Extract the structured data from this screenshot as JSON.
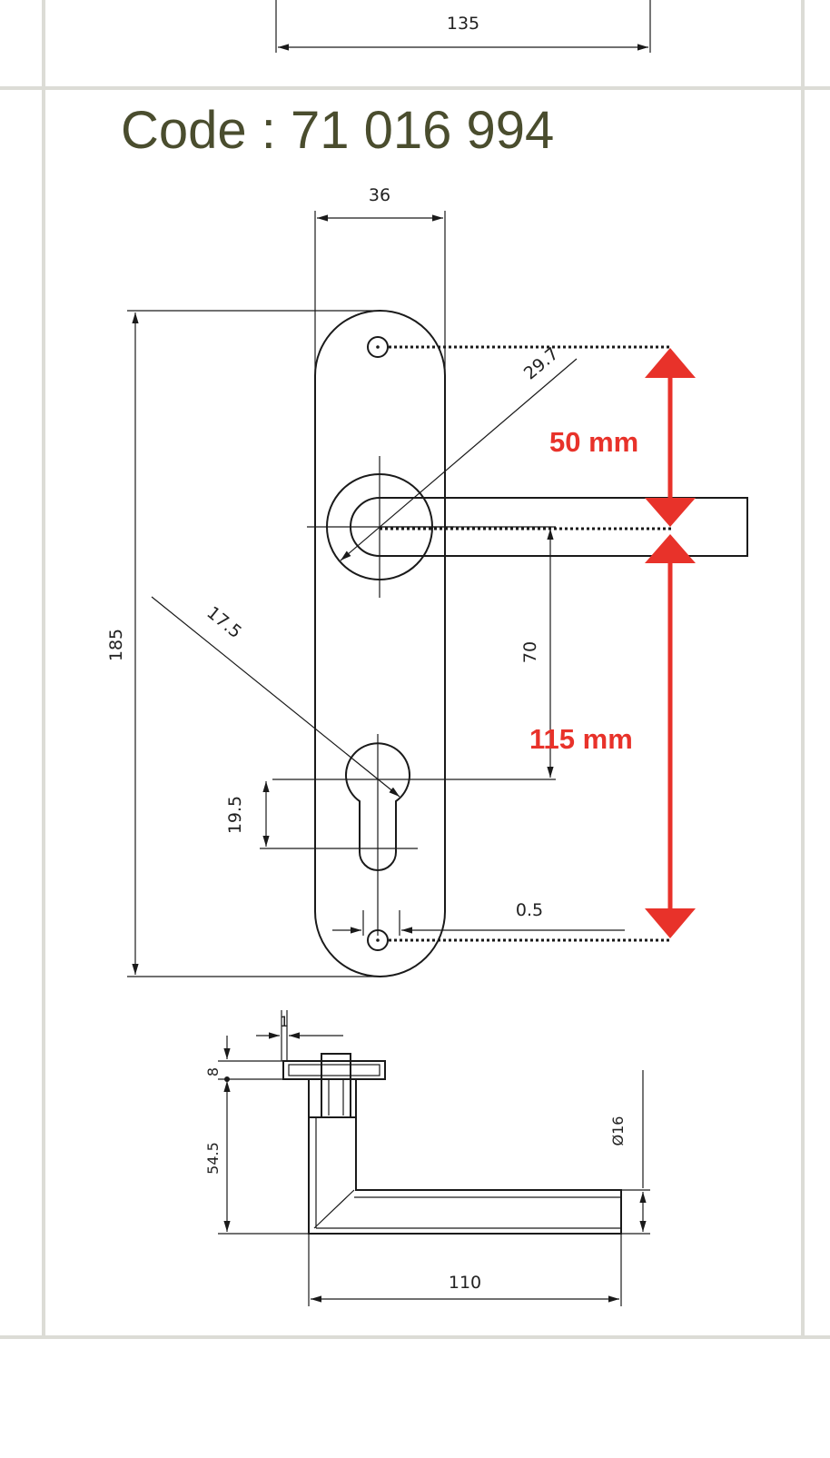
{
  "code_label": "Code : 71 016 994",
  "dimensions": {
    "top_width": "135",
    "plate_width": "36",
    "plate_height": "185",
    "rose_diameter": "29.7",
    "keyhole_radius": "17.5",
    "handle_to_key": "70",
    "key_slot": "19.5",
    "offset": "0.5",
    "flange_thickness": "1",
    "flange_height": "8",
    "handle_height": "54.5",
    "handle_diameter": "Ø16",
    "handle_length": "110"
  },
  "callouts": {
    "upper": "50 mm",
    "lower": "115 mm"
  },
  "colors": {
    "code_text": "#4a4d2e",
    "callout": "#e8322a",
    "grid": "#dcdcd6"
  }
}
